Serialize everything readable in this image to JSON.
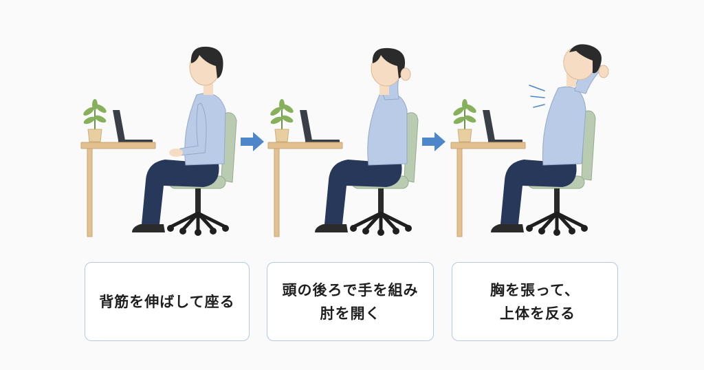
{
  "colors": {
    "background": "#fafafa",
    "desk": "#e3c08f",
    "chair_seat": "#b9ccb1",
    "chair_base": "#1f1f1f",
    "shirt": "#b9cbe7",
    "pants": "#28385b",
    "hair": "#2b2b2b",
    "skin": "#f6dcc3",
    "arrow": "#4d87c9",
    "laptop": "#3a3f47",
    "plant": "#86b05c",
    "pot": "#e8cf9f",
    "caption_border": "#b7c8df"
  },
  "icons": [
    "plant-icon",
    "laptop-icon",
    "desk-icon",
    "chair-icon",
    "person-icon",
    "arrow-right-icon",
    "motion-lines-icon"
  ],
  "steps": [
    {
      "lines": [
        "背筋を伸ばして座る"
      ]
    },
    {
      "lines": [
        "頭の後ろで手を組み",
        "肘を開く"
      ]
    },
    {
      "lines": [
        "胸を張って、",
        "上体を反る"
      ]
    }
  ]
}
